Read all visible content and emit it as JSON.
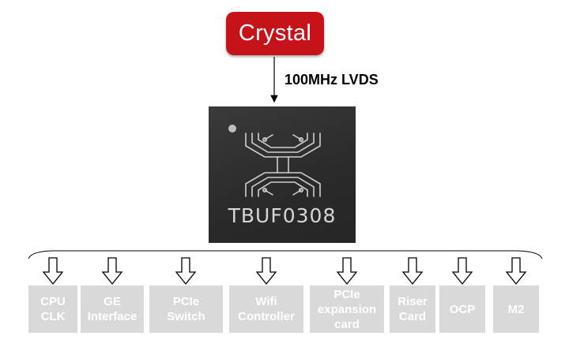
{
  "source": {
    "label": "Crystal",
    "color": "#c8121a"
  },
  "link": {
    "label": "100MHz LVDS"
  },
  "chip": {
    "part_number": "TBUF0308",
    "icon": "tbuf-logo-icon"
  },
  "outputs": [
    {
      "label": "CPU\nCLK"
    },
    {
      "label": "GE\nInterface"
    },
    {
      "label": "PCIe\nSwitch"
    },
    {
      "label": "Wifi\nController"
    },
    {
      "label": "PCIe\nexpansion\ncard"
    },
    {
      "label": "Riser\nCard"
    },
    {
      "label": "OCP"
    },
    {
      "label": "M2"
    }
  ]
}
